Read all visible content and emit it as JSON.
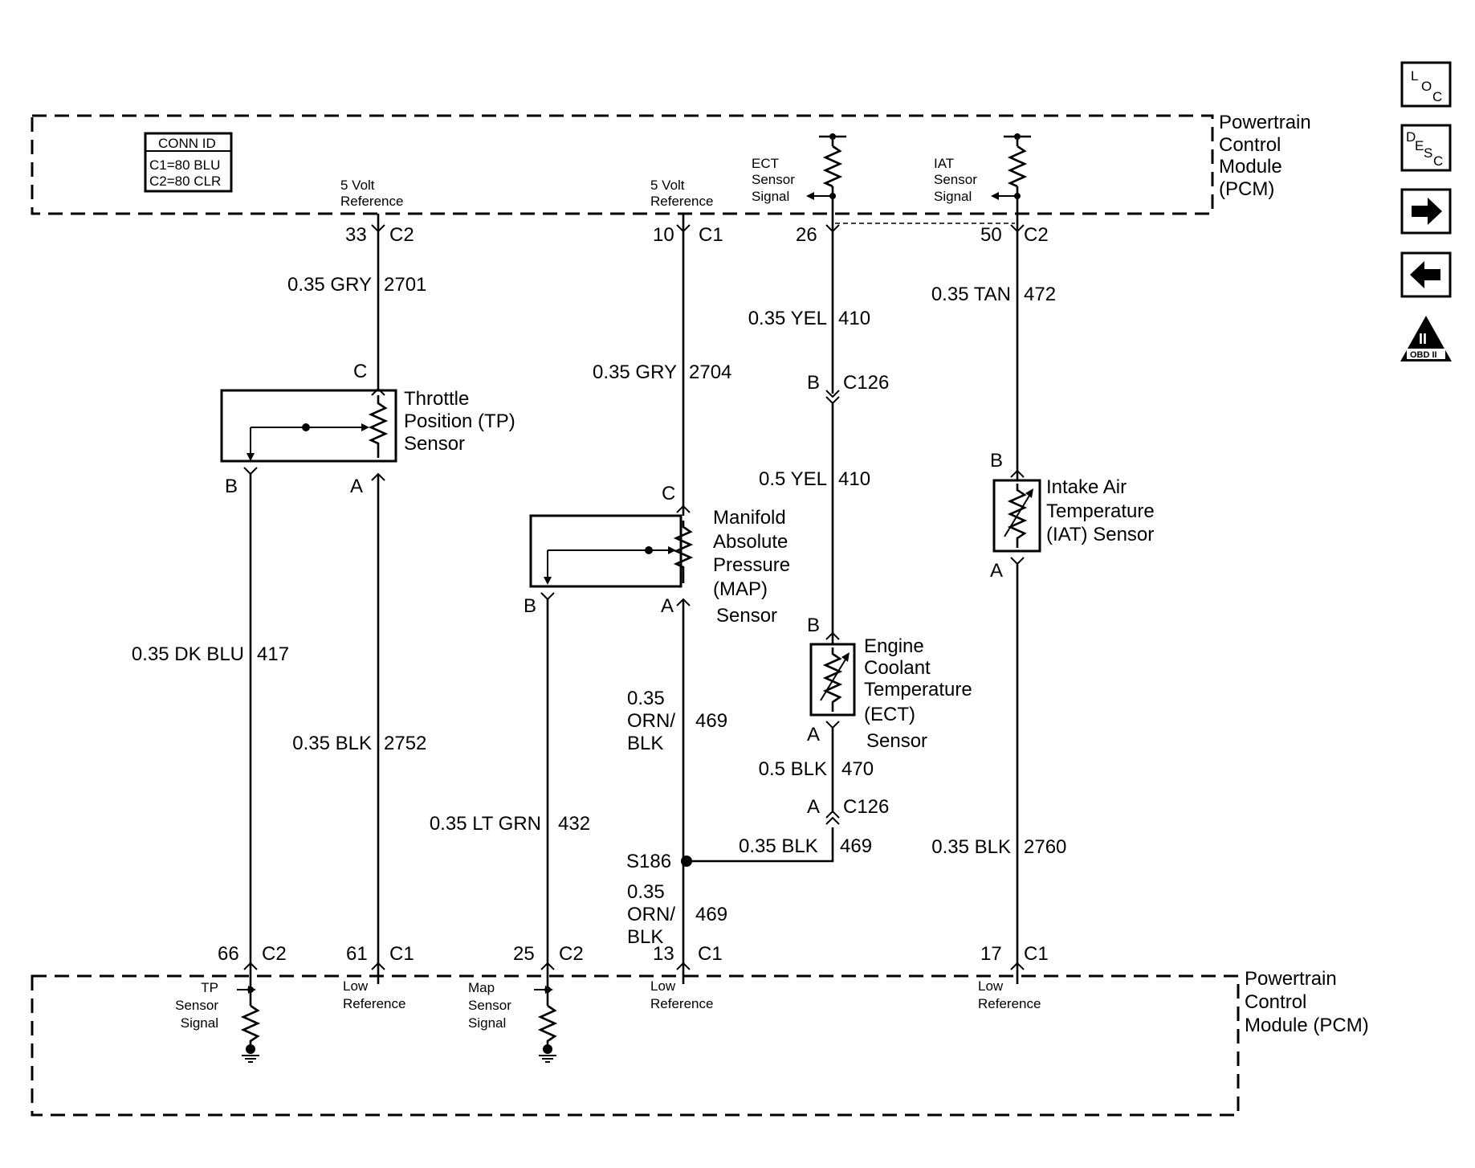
{
  "pcm_top": {
    "title_lines": [
      "Powertrain",
      "Control",
      "Module",
      "(PCM)"
    ]
  },
  "pcm_bottom": {
    "title_lines": [
      "Powertrain",
      "Control",
      "Module (PCM)"
    ]
  },
  "conn_id": {
    "header": "CONN ID",
    "lines": [
      "C1=80 BLU",
      "C2=80 CLR"
    ]
  },
  "top_labels": {
    "ref1": [
      "5 Volt",
      "Reference"
    ],
    "ref2": [
      "5 Volt",
      "Reference"
    ],
    "ect": [
      "ECT",
      "Sensor",
      "Signal"
    ],
    "iat": [
      "IAT",
      "Sensor",
      "Signal"
    ]
  },
  "pins_top": [
    {
      "pin": "33",
      "conn": "C2"
    },
    {
      "pin": "10",
      "conn": "C1"
    },
    {
      "pin": "26",
      "conn": ""
    },
    {
      "pin": "50",
      "conn": "C2"
    }
  ],
  "pins_bottom": [
    {
      "pin": "66",
      "conn": "C2"
    },
    {
      "pin": "61",
      "conn": "C1"
    },
    {
      "pin": "25",
      "conn": "C2"
    },
    {
      "pin": "13",
      "conn": "C1"
    },
    {
      "pin": "17",
      "conn": "C1"
    }
  ],
  "wires": {
    "w2701": {
      "color": "0.35 GRY",
      "circuit": "2701"
    },
    "w2704": {
      "color": "0.35 GRY",
      "circuit": "2704"
    },
    "w410a": {
      "color": "0.35 YEL",
      "circuit": "410"
    },
    "w410b": {
      "color": "0.5 YEL",
      "circuit": "410"
    },
    "w472": {
      "color": "0.35 TAN",
      "circuit": "472"
    },
    "w417": {
      "color": "0.35 DK BLU",
      "circuit": "417"
    },
    "w2752": {
      "color": "0.35 BLK",
      "circuit": "2752"
    },
    "w432": {
      "color": "0.35 LT GRN",
      "circuit": "432"
    },
    "w469a": {
      "color_lines": [
        "0.35",
        "ORN/",
        "BLK"
      ],
      "circuit": "469"
    },
    "w469b": {
      "color_lines": [
        "0.35",
        "ORN/",
        "BLK"
      ],
      "circuit": "469"
    },
    "w469c": {
      "color": "0.35 BLK",
      "circuit": "469"
    },
    "w470": {
      "color": "0.5 BLK",
      "circuit": "470"
    },
    "w2760": {
      "color": "0.35 BLK",
      "circuit": "2760"
    }
  },
  "connectors": {
    "c126_b": {
      "pin": "B",
      "name": "C126"
    },
    "c126_a": {
      "pin": "A",
      "name": "C126"
    },
    "splice": "S186"
  },
  "sensors": {
    "tp": {
      "lines": [
        "Throttle",
        "Position (TP)",
        "Sensor"
      ],
      "pins": [
        "C",
        "B",
        "A"
      ]
    },
    "map": {
      "lines": [
        "Manifold",
        "Absolute",
        "Pressure",
        "(MAP)",
        "Sensor"
      ],
      "pins": [
        "C",
        "B",
        "A"
      ]
    },
    "ect": {
      "lines": [
        "Engine",
        "Coolant",
        "Temperature",
        "(ECT)",
        "Sensor"
      ],
      "pins": [
        "B",
        "A"
      ]
    },
    "iat": {
      "lines": [
        "Intake Air",
        "Temperature",
        "(IAT) Sensor"
      ],
      "pins": [
        "B",
        "A"
      ]
    }
  },
  "bottom_labels": {
    "tp_signal": [
      "TP",
      "Sensor",
      "Signal"
    ],
    "low_ref1": [
      "Low",
      "Reference"
    ],
    "map_signal": [
      "Map",
      "Sensor",
      "Signal"
    ],
    "low_ref2": [
      "Low",
      "Reference"
    ],
    "low_ref3": [
      "Low",
      "Reference"
    ]
  },
  "side_icons": {
    "loc": [
      "L",
      "O",
      "C"
    ],
    "desc": [
      "D",
      "E",
      "S",
      "C"
    ],
    "next": "arrow-right",
    "prev": "arrow-left",
    "obd": {
      "numeral": "II",
      "label": "OBD II"
    }
  }
}
